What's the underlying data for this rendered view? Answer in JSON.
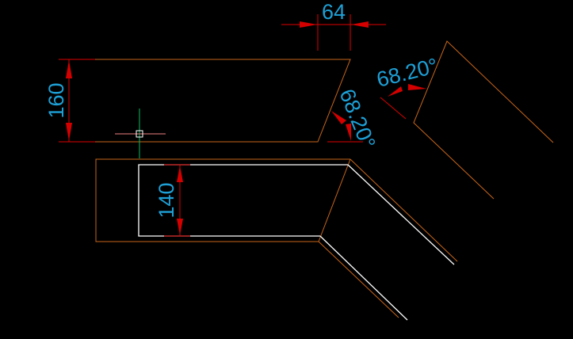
{
  "dimensions": {
    "top_width": "64",
    "left_height": "160",
    "inner_height": "140",
    "angle_left": "68.20°",
    "angle_right": "68.20°"
  },
  "colors": {
    "background": "#000000",
    "outline": "#c8661a",
    "inner": "#ffffff",
    "dimension_line": "#e00000",
    "dimension_text": "#1ea0d6",
    "cursor_vertical": "#00c060",
    "cursor_horizontal": "#f08080"
  }
}
